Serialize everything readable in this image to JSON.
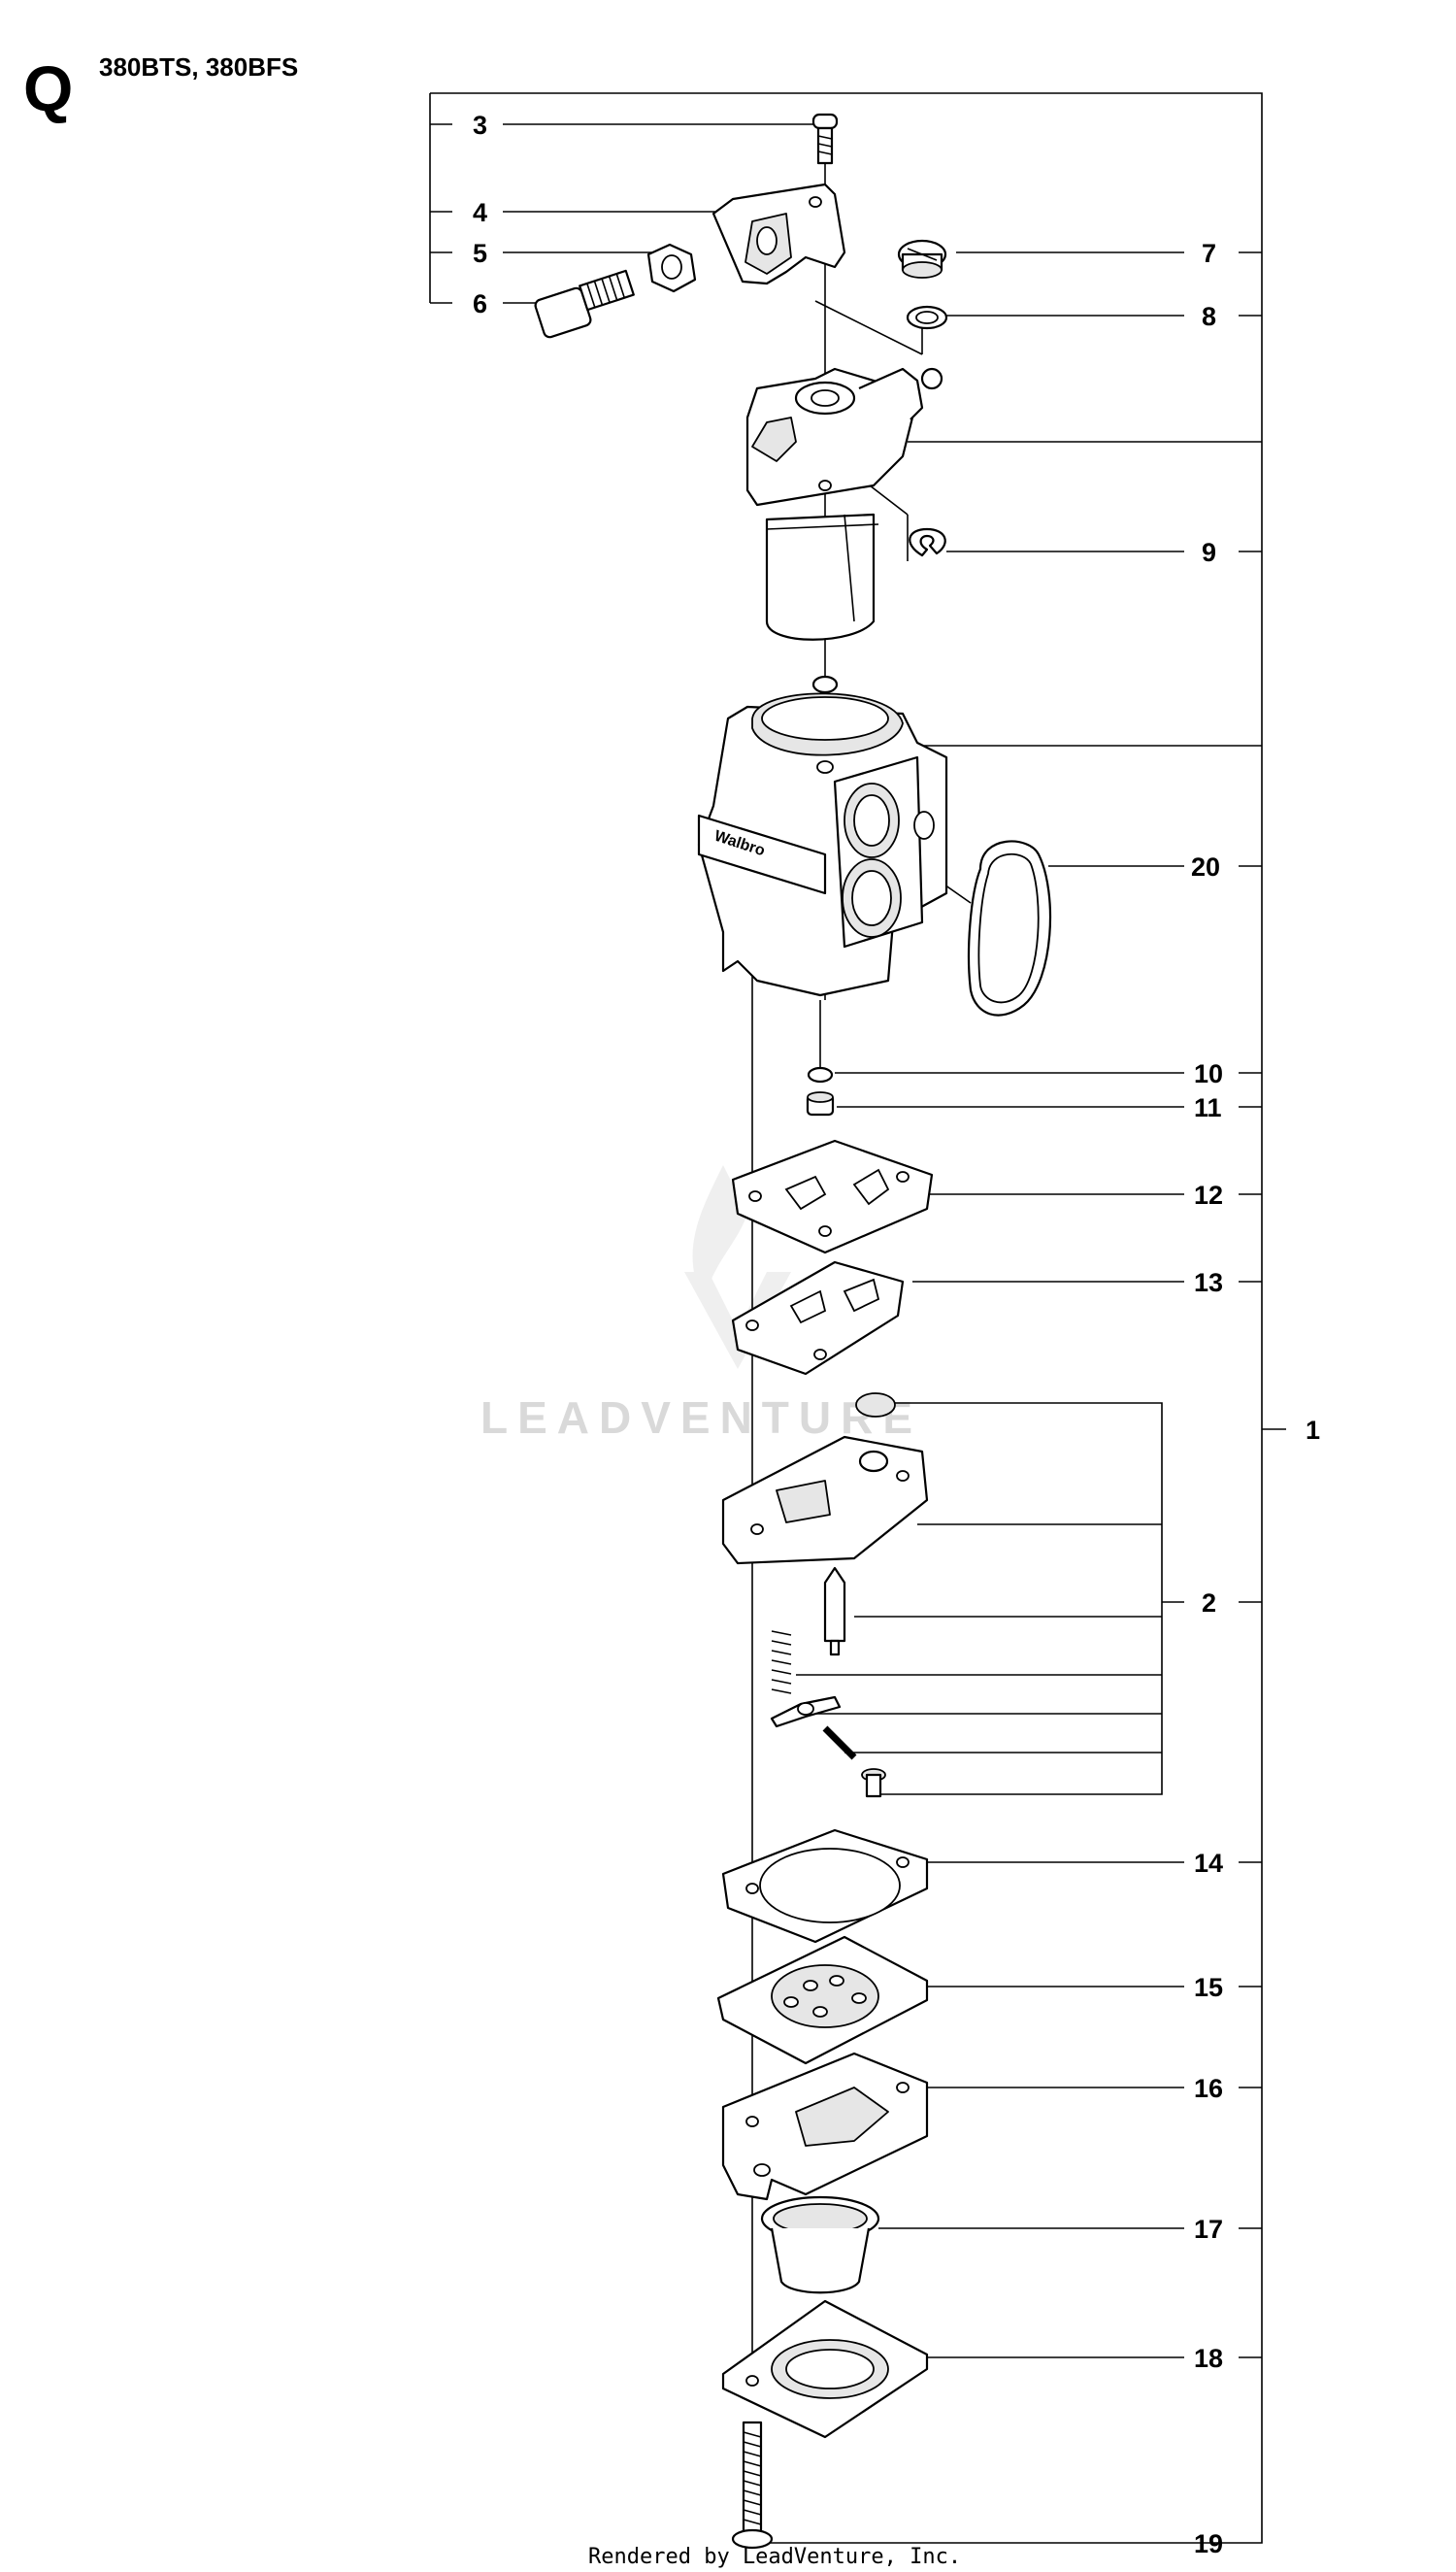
{
  "header": {
    "section_letter": "Q",
    "models": "380BTS, 380BFS"
  },
  "watermark": "LEADVENTURE",
  "footer": "Rendered by LeadVenture, Inc.",
  "callouts": {
    "c1": "1",
    "c2": "2",
    "c3": "3",
    "c4": "4",
    "c5": "5",
    "c6": "6",
    "c7": "7",
    "c8": "8",
    "c9": "9",
    "c10": "10",
    "c11": "11",
    "c12": "12",
    "c13": "13",
    "c14": "14",
    "c15": "15",
    "c16": "16",
    "c17": "17",
    "c18": "18",
    "c19": "19",
    "c20": "20"
  },
  "body_marking": "Walbro"
}
